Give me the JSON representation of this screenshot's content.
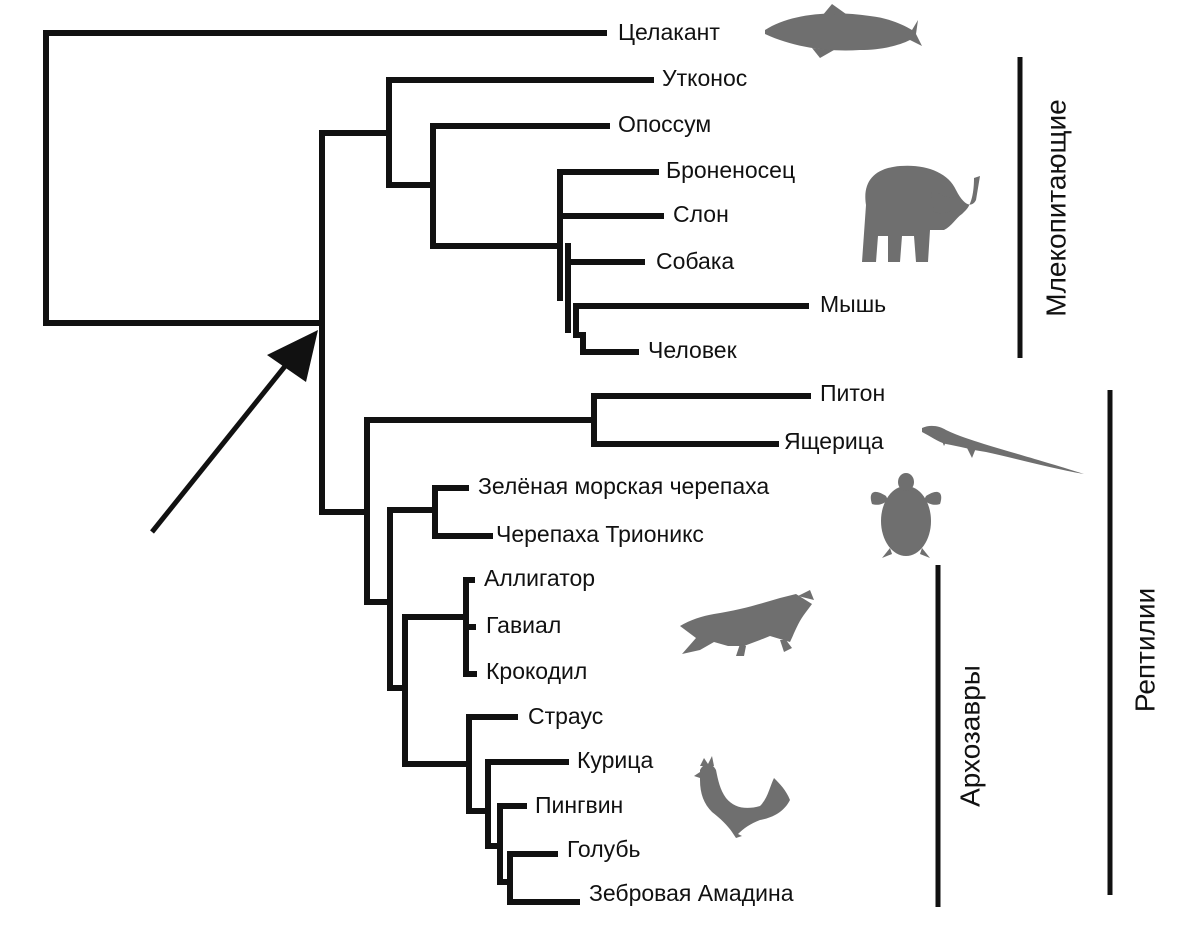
{
  "taxa": [
    "Целакант",
    "Утконос",
    "Опоссум",
    "Броненосец",
    "Слон",
    "Собака",
    "Мышь",
    "Человек",
    "Питон",
    "Ящерица",
    "Зелёная морская черепаха",
    "Черепаха Трионикс",
    "Аллигатор",
    "Гавиал",
    "Крокодил",
    "Страус",
    "Курица",
    "Пингвин",
    "Голубь",
    "Зебровая Амадина"
  ],
  "groups": {
    "mammals": "Млекопитающие",
    "reptiles": "Рептилии",
    "archosaurs": "Архозавры"
  },
  "silhouettes": [
    "coelacanth-icon",
    "elephant-icon",
    "lizard-icon",
    "turtle-icon",
    "crocodile-icon",
    "rooster-icon"
  ],
  "colors": {
    "lines": "#111111",
    "silhouettes": "#6f6f6f"
  }
}
